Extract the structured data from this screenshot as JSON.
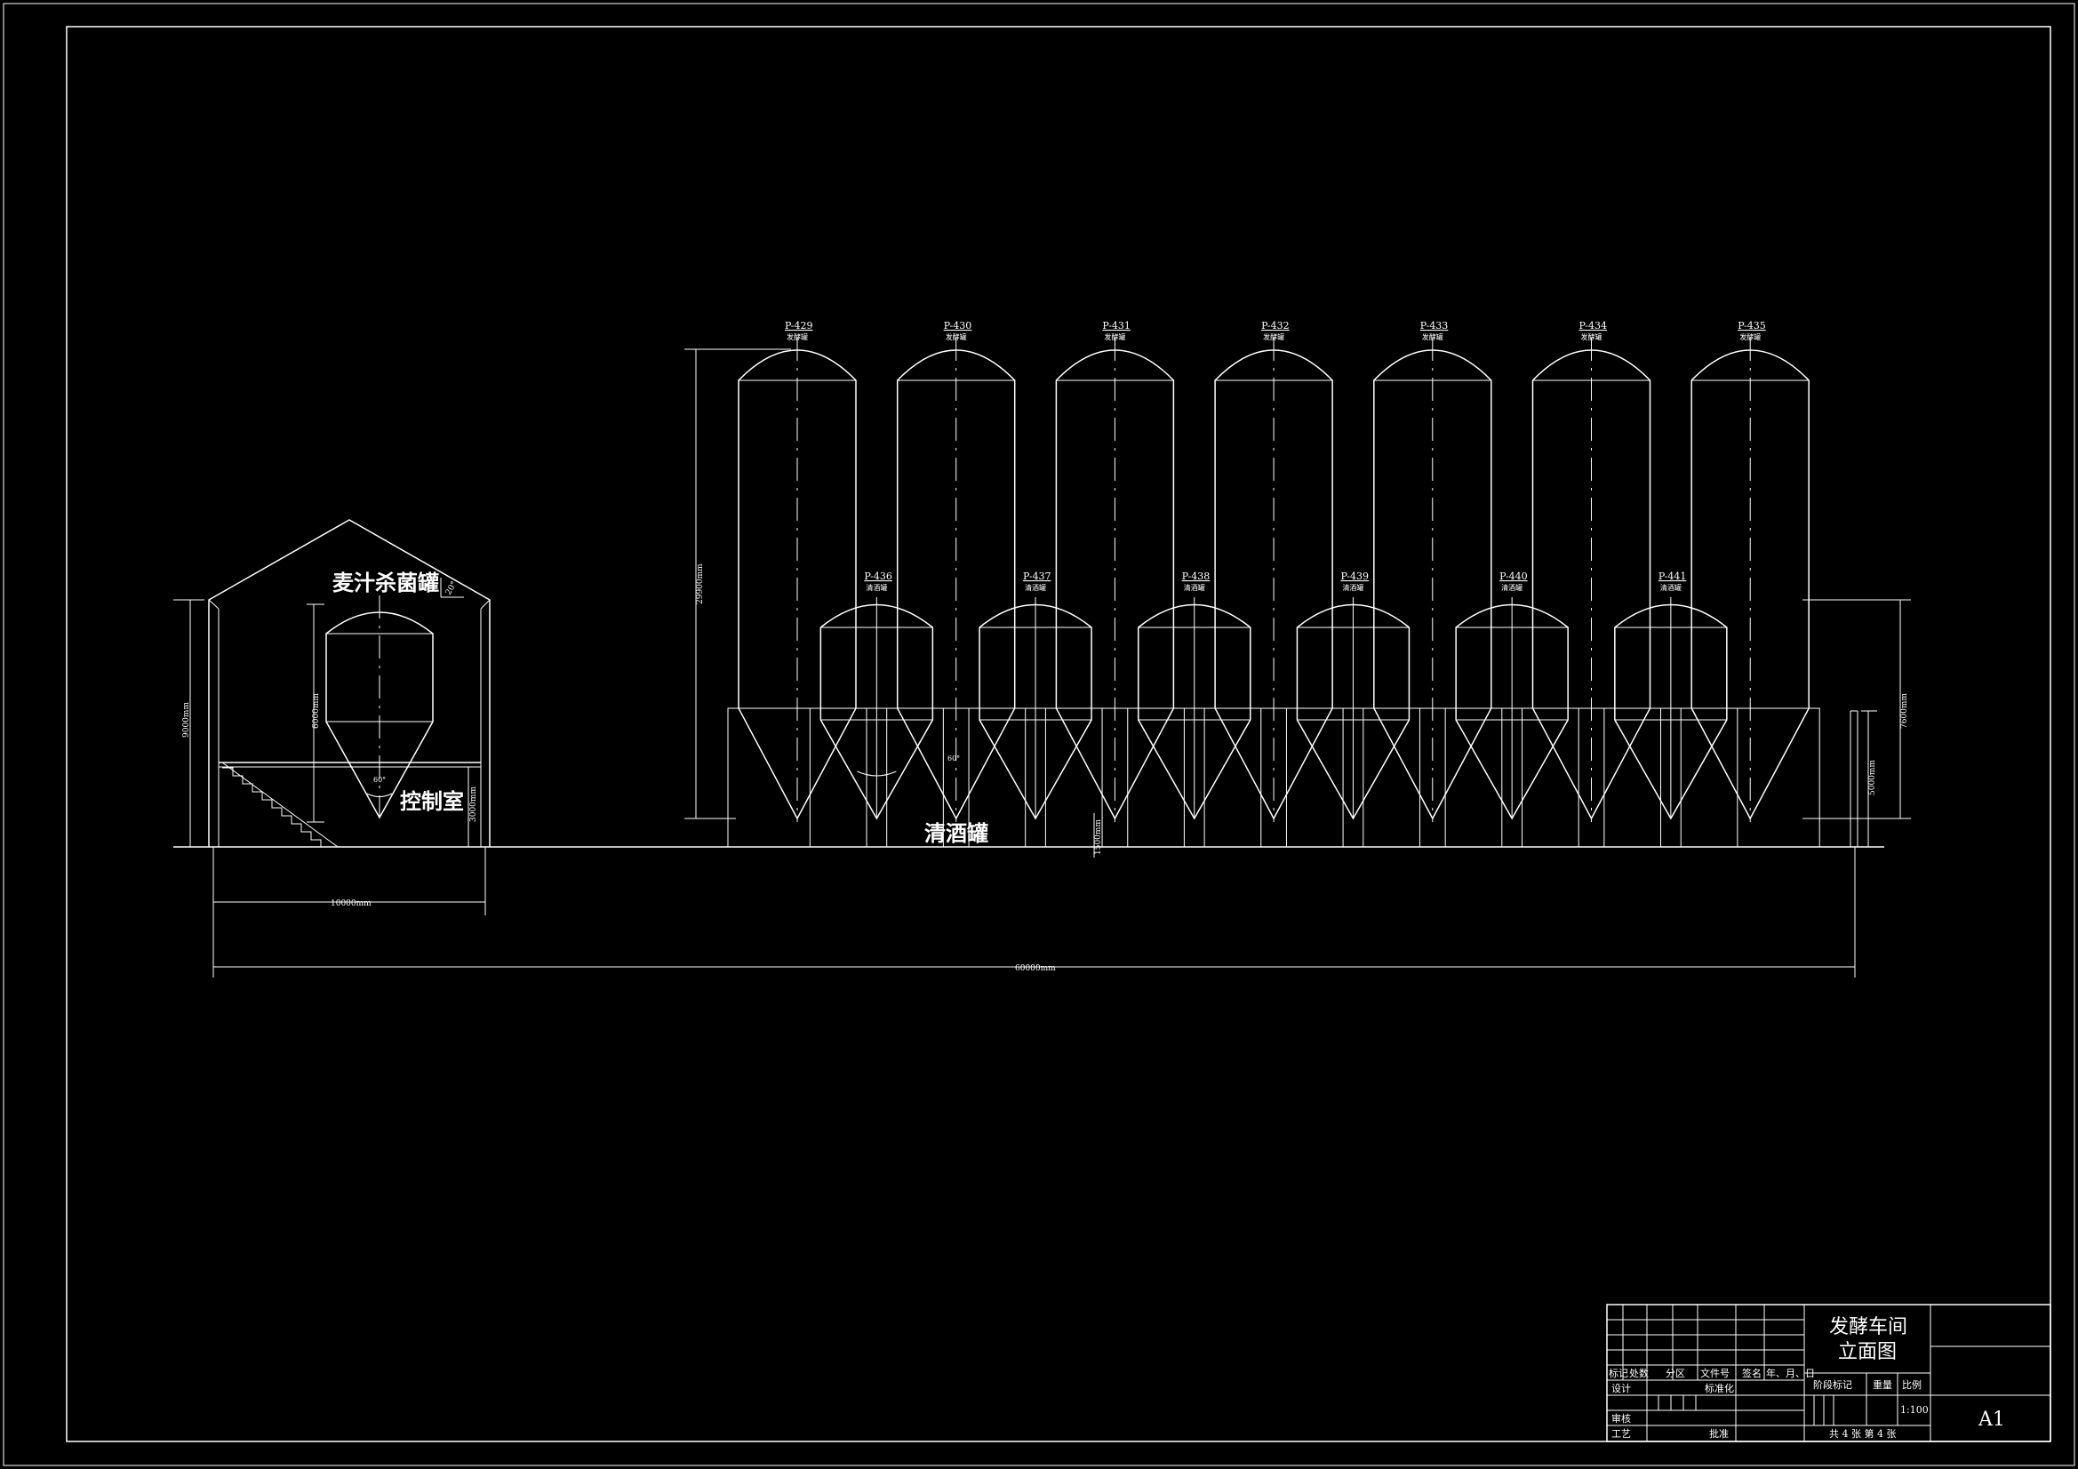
{
  "drawing": {
    "labels": {
      "sterilizer_tank": "麦汁杀菌罐",
      "control_room": "控制室",
      "clear_wine_tank": "清酒罐",
      "angle_sterilizer": "60°",
      "angle_clear": "60°"
    },
    "fermenters": [
      {
        "code": "P-429",
        "type": "发酵罐"
      },
      {
        "code": "P-430",
        "type": "发酵罐"
      },
      {
        "code": "P-431",
        "type": "发酵罐"
      },
      {
        "code": "P-432",
        "type": "发酵罐"
      },
      {
        "code": "P-433",
        "type": "发酵罐"
      },
      {
        "code": "P-434",
        "type": "发酵罐"
      },
      {
        "code": "P-435",
        "type": "发酵罐"
      }
    ],
    "clear_tanks": [
      {
        "code": "P-436",
        "type": "清酒罐"
      },
      {
        "code": "P-437",
        "type": "清酒罐"
      },
      {
        "code": "P-438",
        "type": "清酒罐"
      },
      {
        "code": "P-439",
        "type": "清酒罐"
      },
      {
        "code": "P-440",
        "type": "清酒罐"
      },
      {
        "code": "P-441",
        "type": "清酒罐"
      }
    ],
    "dimensions": {
      "fermenter_height": "29900mm",
      "clear_tank_height": "7600mm",
      "stand_height": "5000mm",
      "bottom_gap": "1500mm",
      "building_height": "9000mm",
      "sterilizer_height": "6000mm",
      "control_room_height": "3000mm",
      "building_width": "10000mm",
      "total_length": "60000mm",
      "roof_slope": "20°"
    }
  },
  "title_block": {
    "title_line1": "发酵车间",
    "title_line2": "立面图",
    "hdr_mark": "标记",
    "hdr_count": "处数",
    "hdr_zone": "分区",
    "hdr_doc": "文件号",
    "hdr_sign": "签名",
    "hdr_date": "年、月、日",
    "design": "设计",
    "standard": "标准化",
    "review": "审核",
    "process": "工艺",
    "approve": "批准",
    "stage_mark": "阶段标记",
    "weight": "重量",
    "ratio_label": "比例",
    "scale": "1:100",
    "sheets": "共 4 张 第 4 张",
    "sheet_size": "A1"
  }
}
